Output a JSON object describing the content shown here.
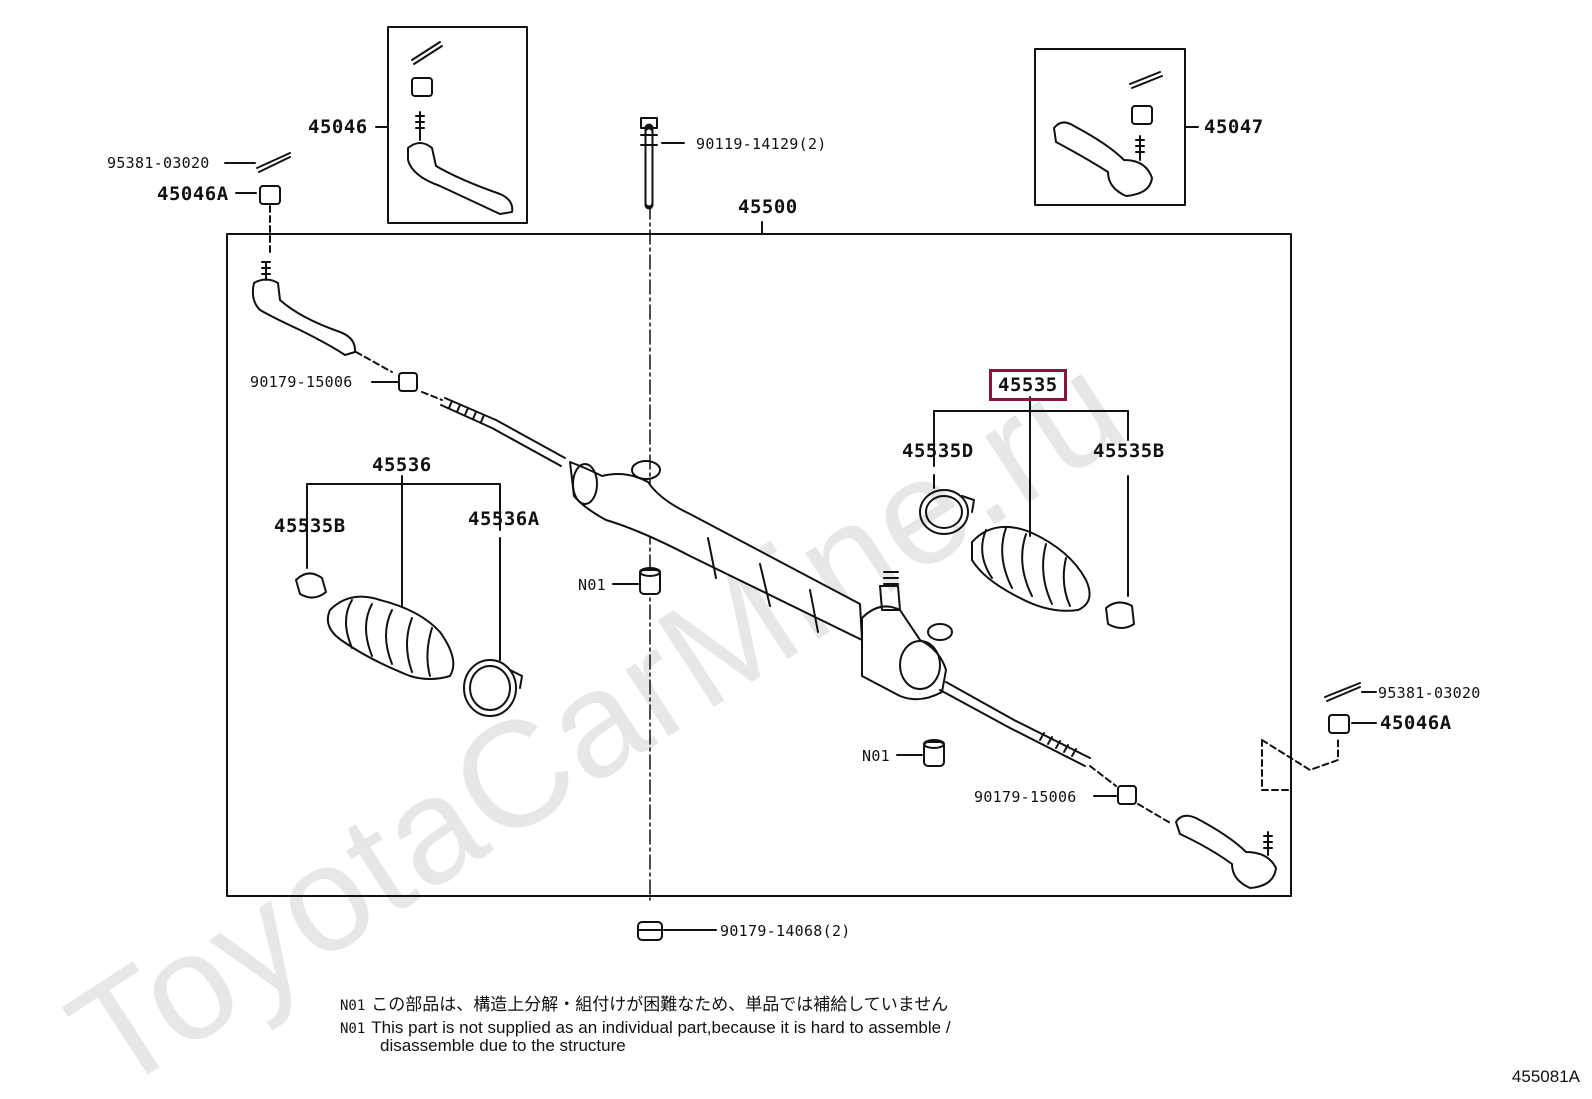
{
  "watermark": "ToyotaCarMine.ru",
  "diagram_code": "455081A",
  "labels": {
    "p45046": "45046",
    "p45047": "45047",
    "p95381_l": "95381-03020",
    "p45046A_l": "45046A",
    "p90119": "90119-14129(2)",
    "p45500": "45500",
    "p90179_15006_l": "90179-15006",
    "p45535": "45535",
    "p45535D": "45535D",
    "p45535B_r": "45535B",
    "p45536": "45536",
    "p45535B_l": "45535B",
    "p45536A": "45536A",
    "pN01_a": "N01",
    "pN01_b": "N01",
    "p95381_r": "95381-03020",
    "p45046A_r": "45046A",
    "p90179_15006_r": "90179-15006",
    "p90179_14068": "90179-14068(2)"
  },
  "notes": [
    {
      "code": "N01",
      "text": "この部品は、構造上分解・組付けが困難なため、単品では補給していません"
    },
    {
      "code": "N01",
      "text": "This part is not supplied as an individual part,because it is hard to assemble /"
    },
    {
      "code": "",
      "text": "disassemble due to the structure"
    }
  ]
}
